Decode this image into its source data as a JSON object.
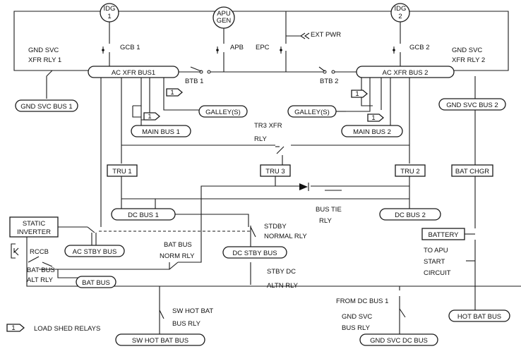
{
  "sources": {
    "idg1": "IDG 1",
    "apu_gen": "APU GEN",
    "idg2": "IDG 2",
    "ext_pwr": "EXT PWR"
  },
  "breakers": {
    "gcb1": "GCB 1",
    "apb": "APB",
    "epc": "EPC",
    "gcb2": "GCB 2",
    "btb1": "BTB 1",
    "btb2": "BTB 2",
    "rccb": "RCCB"
  },
  "buses": {
    "ac_xfr_bus1": "AC XFR BUS1",
    "ac_xfr_bus2": "AC XFR BUS 2",
    "gnd_svc_bus1": "GND SVC BUS 1",
    "gnd_svc_bus2": "GND SVC BUS 2",
    "galley1": "GALLEY(S)",
    "galley2": "GALLEY(S)",
    "main_bus1": "MAIN BUS 1",
    "main_bus2": "MAIN BUS 2",
    "dc_bus1": "DC BUS 1",
    "dc_bus2": "DC BUS 2",
    "ac_stby_bus": "AC STBY BUS",
    "dc_stby_bus": "DC STBY BUS",
    "bat_bus": "BAT BUS",
    "sw_hot_bat_bus": "SW HOT BAT BUS",
    "gnd_svc_dc_bus": "GND SVC DC BUS",
    "hot_bat_bus": "HOT BAT BUS"
  },
  "equipment": {
    "tru1": "TRU 1",
    "tru2": "TRU 2",
    "tru3": "TRU 3",
    "bat_chgr": "BAT CHGR",
    "battery": "BATTERY",
    "static_inverter_l1": "STATIC",
    "static_inverter_l2": "INVERTER"
  },
  "relays": {
    "gnd_svc_xfr_rly1_l1": "GND SVC",
    "gnd_svc_xfr_rly1_l2": "XFR RLY 1",
    "gnd_svc_xfr_rly2_l1": "GND SVC",
    "gnd_svc_xfr_rly2_l2": "XFR RLY 2",
    "tr3_xfr_rly_l1": "TR3 XFR",
    "tr3_xfr_rly_l2": "RLY",
    "bus_tie_rly_l1": "BUS TIE",
    "bus_tie_rly_l2": "RLY",
    "stdby_normal_rly_l1": "STDBY",
    "stdby_normal_rly_l2": "NORMAL RLY",
    "bat_bus_norm_rly_l1": "BAT BUS",
    "bat_bus_norm_rly_l2": "NORM RLY",
    "bat_bus_alt_rly_l1": "BAT BUS",
    "bat_bus_alt_rly_l2": "ALT RLY",
    "stby_dc_altn_rly_l1": "STBY DC",
    "stby_dc_altn_rly_l2": "ALTN RLY",
    "sw_hot_bat_bus_rly_l1": "SW HOT BAT",
    "sw_hot_bat_bus_rly_l2": "BUS RLY",
    "gnd_svc_bus_rly_l1": "GND SVC",
    "gnd_svc_bus_rly_l2": "BUS RLY"
  },
  "notes": {
    "from_dc_bus1": "FROM DC BUS 1",
    "to_apu_l1": "TO APU",
    "to_apu_l2": "START",
    "to_apu_l3": "CIRCUIT"
  },
  "legend": {
    "flag_number": "1",
    "text": "LOAD SHED RELAYS"
  }
}
